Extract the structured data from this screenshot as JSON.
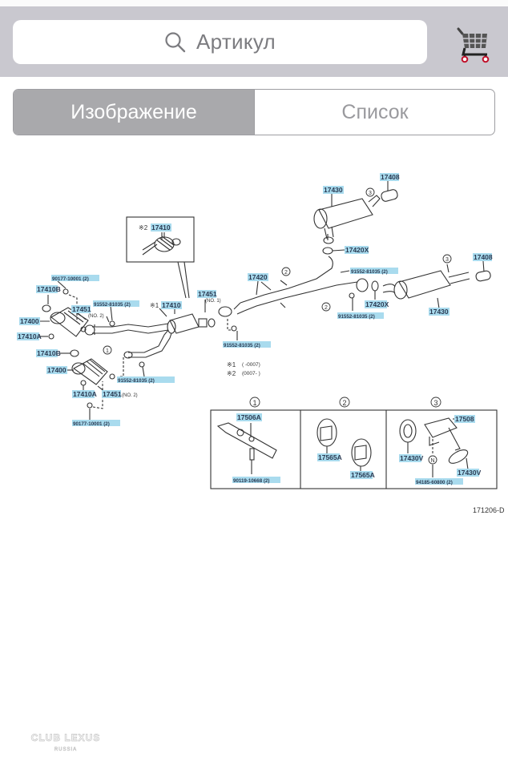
{
  "search": {
    "placeholder": "Артикул",
    "icon": "search-icon"
  },
  "cart": {
    "icon": "cart-icon"
  },
  "segmented": {
    "tabs": [
      {
        "label": "Изображение",
        "selected": true
      },
      {
        "label": "Список",
        "selected": false
      }
    ]
  },
  "diagram": {
    "id": "171206-D",
    "callouts": {
      "c17408a": "17408",
      "c17430a": "17430",
      "c17420xa": "17420X",
      "c17408b": "17408",
      "c17430b": "17430",
      "c17420xb": "17420X",
      "c17420": "17420",
      "c17451a": "17451",
      "c17451a_note": "(NO. 1)",
      "c17410_inset": "17410",
      "c17410_main": "17410",
      "c91552a": "91552-81035 (2)",
      "c91552b": "91552-81035 (2)",
      "c91552c": "91552-81035 (2)",
      "c91552d": "91552-81035 (2)",
      "c91552e": "91552-81035 (2)",
      "c90177a": "90177-10001 (2)",
      "c90177b": "90177-10001 (2)",
      "c17410b_top": "17410B",
      "c17400_top": "17400",
      "c17410a_top": "17410A",
      "c17451_top": "17451",
      "c17451_top_note": "(NO. 2)",
      "c17410b_bot": "17410B",
      "c17400_bot": "17400",
      "c17410a_bot": "17410A",
      "c17451_bot": "17451",
      "c17451_bot_note": "(NO. 2)",
      "c17506a": "17506A",
      "c90119": "90119-10668 (2)",
      "c17565a1": "17565A",
      "c17565a2": "17565A",
      "c17508": "17508",
      "c17430v1": "17430V",
      "c17430v2": "17430V",
      "c94185": "94185-60800 (2)"
    },
    "markers": {
      "m1": "1",
      "m2": "2",
      "m3": "3",
      "n": "N"
    },
    "notes": {
      "star1": "※1",
      "star2": "※2",
      "star1_range": "(     -0007)",
      "star2_range": "(0007-      )",
      "inset_star": "※2",
      "main_star": "※1"
    }
  },
  "watermark": {
    "line1": "CLUB LEXUS",
    "line2": "RUSSIA"
  }
}
